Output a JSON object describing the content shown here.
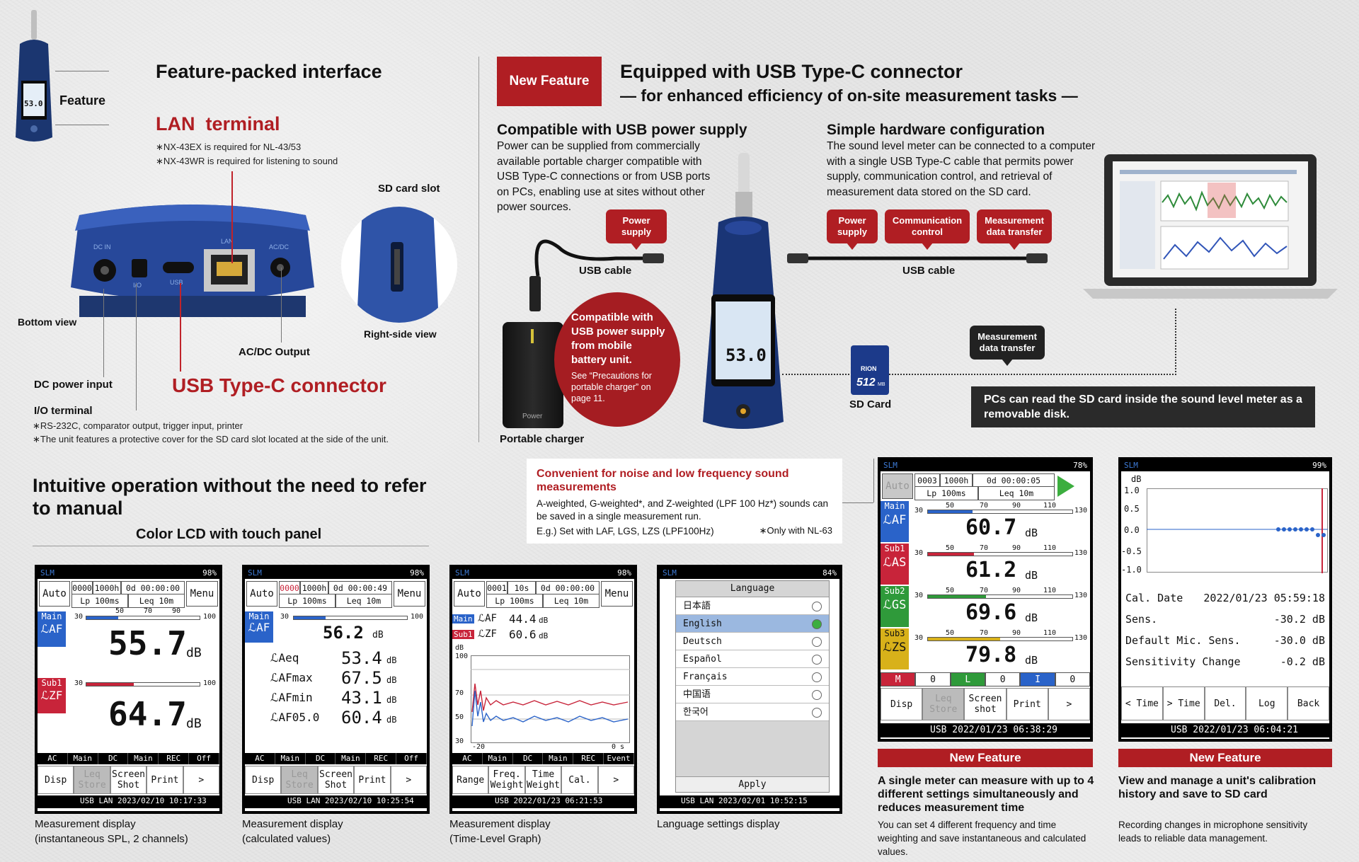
{
  "left_top": {
    "feature_label": "Feature",
    "heading": "Feature-packed interface",
    "lan_title": "LAN  terminal",
    "lan_note1": "∗NX-43EX is required for NL-43/53",
    "lan_note2": "∗NX-43WR is required for listening to sound",
    "sd_slot_label": "SD card slot",
    "bottom_view": "Bottom view",
    "right_side_view": "Right-side view",
    "acdc_output": "AC/DC Output",
    "dc_power_input": "DC power input",
    "usbc_title": "USB Type-C connector",
    "io_terminal": "I/O terminal",
    "io_note1": "∗RS-232C, comparator output, trigger input, printer",
    "io_note2": "∗The unit features a protective cover for the SD card slot located at the side of the unit.",
    "meter_display": "53.0",
    "device_port_labels": [
      "DC IN",
      "I/O",
      "USB",
      "LAN",
      "AC/DC"
    ]
  },
  "right_top": {
    "badge": "New Feature",
    "heading": "Equipped with USB Type-C connector",
    "subheading": "— for enhanced efficiency of on-site measurement tasks —",
    "usb_power_title": "Compatible with USB power supply",
    "usb_power_body": "Power can be supplied from commercially available portable charger compatible with USB Type-C connections or from USB ports on PCs, enabling use at sites without other power sources.",
    "hw_title": "Simple hardware configuration",
    "hw_body": "The sound level meter can be connected to a computer with a single USB Type-C cable that permits power supply, communication control, and retrieval of measurement data stored on the SD card.",
    "bubble_power_left": "Power\nsupply",
    "bubble_power_right": "Power\nsupply",
    "bubble_comm": "Communication\ncontrol",
    "bubble_meas": "Measurement\ndata transfer",
    "bubble_meas2": "Measurement\ndata transfer",
    "usb_cable_left": "USB cable",
    "usb_cable_right": "USB cable",
    "circle_title": "Compatible with USB power supply from mobile battery unit.",
    "circle_note": "See “Precautions for portable charger” on page 11.",
    "portable_charger": "Portable charger",
    "charger_text": "Power",
    "sd_card": "SD Card",
    "sd_card_brand": "RION",
    "sd_card_size": "512",
    "sd_card_unit": "MB",
    "meter_display": "53.0",
    "pc_note": "PCs can read the SD card inside the sound level meter as a removable disk."
  },
  "bottom": {
    "heading": "Intuitive operation without the need to refer to manual",
    "lcd_label": "Color LCD with touch panel",
    "conv_title": "Convenient for noise and low frequency sound measurements",
    "conv_body": "A-weighted, G-weighted*, and Z-weighted (LPF 100 Hz*) sounds can be saved in a single measurement run.",
    "conv_eg": "E.g.) Set with LAF, LGS, LZS (LPF100Hz)",
    "conv_note": "∗Only with NL-63",
    "cap1": "Measurement display\n(instantaneous SPL, 2 channels)",
    "cap2": "Measurement display\n(calculated values)",
    "cap3": "Measurement display\n(Time-Level Graph)",
    "cap4": "Language settings display",
    "nf1_bar": "New Feature",
    "nf1_title": "A single meter can measure with up to 4 different settings simultaneously and reduces measurement time",
    "nf1_body": "You can set 4 different frequency and time weighting and save instantaneous and calculated values.",
    "nf2_bar": "New Feature",
    "nf2_title": "View and manage a unit's calibration history and save to SD card",
    "nf2_body": "Recording changes in microphone sensitivity leads to reliable data management."
  },
  "screen1": {
    "slm": "SLM",
    "batt": "98%",
    "c1": "0000",
    "c2": "1000h",
    "c3": "0d 00:00:00",
    "auto": "Auto",
    "menu": "Menu",
    "lp": "Lp 100ms",
    "leq": "Leq 10m",
    "main_tag": "Main",
    "main_sym": "ℒAF",
    "sub_tag": "Sub1",
    "sub_sym": "ℒZF",
    "scale": [
      "30",
      "50",
      "70",
      "90",
      "100"
    ],
    "v1": "55.7",
    "v2": "64.7",
    "unit": "dB",
    "tabs": [
      "AC",
      "Main",
      "DC",
      "Main",
      "REC",
      "Off"
    ],
    "btns": [
      "Disp",
      "Leq Store",
      "Screen Shot",
      "Print",
      "> "
    ],
    "status": "USB  LAN  2023/02/10  10:17:33"
  },
  "screen2": {
    "slm": "SLM",
    "batt": "98%",
    "c1": "0000",
    "c2": "1000h",
    "c3": "0d 00:00:49",
    "auto": "Auto",
    "menu": "Menu",
    "lp": "Lp 100ms",
    "leq": "Leq 10m",
    "main_tag": "Main",
    "main_sym": "ℒAF",
    "scale": [
      "30",
      "50",
      "70",
      "90",
      "100"
    ],
    "v_main": "56.2",
    "rows": [
      {
        "k": "ℒAeq",
        "v": "53.4"
      },
      {
        "k": "ℒAFmax",
        "v": "67.5"
      },
      {
        "k": "ℒAFmin",
        "v": "43.1"
      },
      {
        "k": "ℒAF05.0",
        "v": "60.4"
      }
    ],
    "unit": "dB",
    "tabs": [
      "AC",
      "Main",
      "DC",
      "Main",
      "REC",
      "Off"
    ],
    "btns": [
      "Disp",
      "Leq Store",
      "Screen Shot",
      "Print",
      "> "
    ],
    "status": "USB  LAN  2023/02/10  10:25:54"
  },
  "screen3": {
    "slm": "SLM",
    "batt": "98%",
    "c1": "0001",
    "c2": "10s",
    "c3": "0d 00:00:00",
    "auto": "Auto",
    "menu": "Menu",
    "lp": "Lp 100ms",
    "leq": "Leq 10m",
    "main_tag": "Main",
    "main_sym": "ℒAF",
    "main_val": "44.4",
    "sub_tag": "Sub1",
    "sub_sym": "ℒZF",
    "sub_val": "60.6",
    "unit": "dB",
    "yticks": [
      "100",
      "70",
      "50",
      "30"
    ],
    "xticks": [
      "-20",
      "0 s"
    ],
    "tabs": [
      "AC",
      "Main",
      "DC",
      "Main",
      "REC",
      "Event"
    ],
    "btns": [
      "Range",
      "Freq. Weight",
      "Time Weight",
      "Cal.",
      "> "
    ],
    "status": "USB  2022/01/23  06:21:53"
  },
  "screen4": {
    "slm": "SLM",
    "batt": "84%",
    "title": "Language",
    "langs": [
      "日本語",
      "English",
      "Deutsch",
      "Español",
      "Français",
      "中国语",
      "한국어"
    ],
    "selected_index": 1,
    "apply": "Apply",
    "status": "USB  LAN  2023/02/01  10:52:15"
  },
  "screen5": {
    "slm": "SLM",
    "batt": "78%",
    "c1": "0003",
    "c2": "1000h",
    "c3": "0d 00:00:05",
    "auto": "Auto",
    "lp": "Lp 100ms",
    "leq": "Leq 10m",
    "scale": [
      "30",
      "50",
      "70",
      "90",
      "110",
      "130"
    ],
    "channels": [
      {
        "tag": "Main",
        "sym": "ℒAF",
        "val": "60.7",
        "color": "#2a63c9",
        "fill": 0.31
      },
      {
        "tag": "Sub1",
        "sym": "ℒAS",
        "val": "61.2",
        "color": "#c8243a",
        "fill": 0.32
      },
      {
        "tag": "Sub2",
        "sym": "ℒGS",
        "val": "69.6",
        "color": "#2f9a3a",
        "fill": 0.4
      },
      {
        "tag": "Sub3",
        "sym": "ℒZS",
        "val": "79.8",
        "color": "#d8b11a",
        "fill": 0.5
      }
    ],
    "unit": "dB",
    "indicators": [
      "M",
      "0",
      "L",
      "0",
      "I",
      "0"
    ],
    "btns": [
      "Disp",
      "Leq Store",
      "Screen shot",
      "Print",
      "> "
    ],
    "status": "USB  2022/01/23  06:38:29"
  },
  "screen6": {
    "slm": "SLM",
    "batt": "99%",
    "unit_label": "dB",
    "yticks": [
      "1.0",
      "0.5",
      "0.0",
      "-0.5",
      "-1.0"
    ],
    "rows": [
      {
        "k": "Cal. Date",
        "v": "2022/01/23  05:59:18"
      },
      {
        "k": "Sens.",
        "v": "-30.2 dB"
      },
      {
        "k": "Default Mic. Sens.",
        "v": "-30.0 dB"
      },
      {
        "k": "Sensitivity Change",
        "v": "-0.2 dB"
      }
    ],
    "btns": [
      "< Time",
      "> Time",
      "Del.",
      "Log",
      "Back"
    ],
    "status": "USB  2022/01/23  06:04:21"
  },
  "colors": {
    "brand_red": "#b01e23",
    "lcd_blue": "#2a63c9",
    "lcd_red": "#c8243a",
    "lcd_green": "#2f9a3a",
    "lcd_yellow": "#d8b11a"
  }
}
